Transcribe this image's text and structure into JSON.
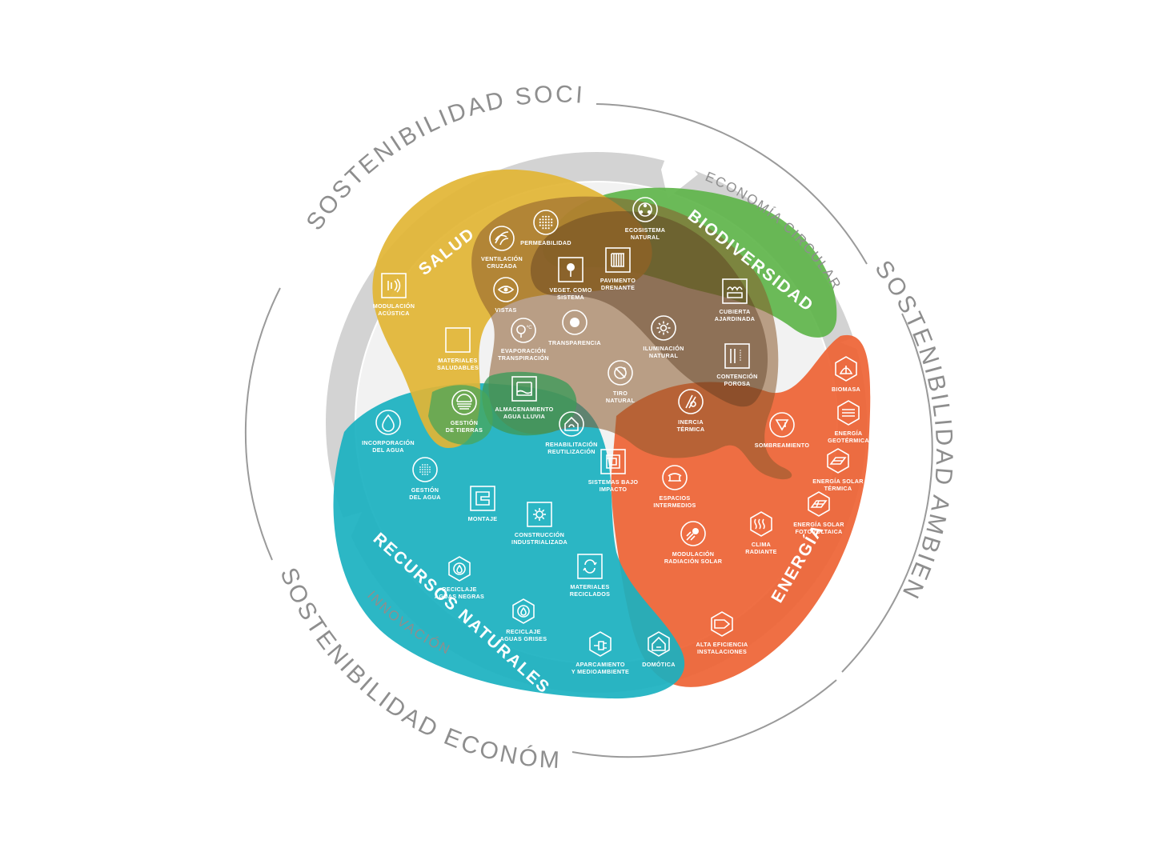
{
  "outer_labels": {
    "social": "SOSTENIBILIDAD SOCIAL",
    "ambiental": "SOSTENIBILIDAD AMBIENTAL",
    "economica": "SOSTENIBILIDAD ECONÓMICA"
  },
  "ring_labels": {
    "circular": "ECONOMÍA CIRCULAR",
    "innovacion": "INNOVACIÓN"
  },
  "categories": {
    "salud": "SALUD",
    "biodiversidad": "BIODIVERSIDAD",
    "energia": "ENERGÍA",
    "recursos": "RECURSOS NATURALES"
  },
  "colors": {
    "ring": "#d3d3d3",
    "outer_text": "#8e8e8e",
    "salud": "#e2b534",
    "biodiversidad": "#5cb447",
    "energia": "#ee6436",
    "recursos": "#1ab1c0",
    "overlap_brown": "#8b5a2b"
  },
  "items": [
    {
      "key": "modulacion_acustica",
      "icon": "sound-icon",
      "shape": "square",
      "lines": [
        "MODULACIÓN",
        "ACÚSTICA"
      ]
    },
    {
      "key": "ventilacion_cruzada",
      "icon": "wind-icon",
      "shape": "circle",
      "lines": [
        "VENTILACIÓN",
        "CRUZADA"
      ]
    },
    {
      "key": "permeabilidad",
      "icon": "dots-grid-icon",
      "shape": "circle",
      "lines": [
        "PERMEABILIDAD"
      ]
    },
    {
      "key": "ecosistema_natural",
      "icon": "ecosystem-icon",
      "shape": "circle",
      "lines": [
        "ECOSISTEMA",
        "NATURAL"
      ]
    },
    {
      "key": "veget_sistema",
      "icon": "tree-icon",
      "shape": "square",
      "lines": [
        "VEGET. COMO",
        "SISTEMA"
      ]
    },
    {
      "key": "pavimento_drenante",
      "icon": "paving-icon",
      "shape": "square",
      "lines": [
        "PAVIMENTO",
        "DRENANTE"
      ]
    },
    {
      "key": "vistas",
      "icon": "eye-icon",
      "shape": "circle",
      "lines": [
        "VISTAS"
      ]
    },
    {
      "key": "cubierta_ajardinada",
      "icon": "green-roof-icon",
      "shape": "square",
      "lines": [
        "CUBIERTA",
        "AJARDINADA"
      ]
    },
    {
      "key": "materiales_saludables",
      "icon": "square-icon",
      "shape": "square",
      "lines": [
        "MATERIALES",
        "SALUDABLES"
      ]
    },
    {
      "key": "evaporacion",
      "icon": "tree-temperature-icon",
      "shape": "circle",
      "lines": [
        "EVAPORACIÓN",
        "TRANSPIRACIÓN"
      ]
    },
    {
      "key": "transparencia",
      "icon": "transparency-icon",
      "shape": "circle",
      "lines": [
        "TRANSPARENCIA"
      ]
    },
    {
      "key": "iluminacion_natural",
      "icon": "sun-icon",
      "shape": "circle",
      "lines": [
        "ILUMINACIÓN",
        "NATURAL"
      ]
    },
    {
      "key": "contencion_porosa",
      "icon": "porous-wall-icon",
      "shape": "square",
      "lines": [
        "CONTENCIÓN",
        "POROSA"
      ]
    },
    {
      "key": "tiro_natural",
      "icon": "thermometer-arrows-icon",
      "shape": "circle",
      "lines": [
        "TIRO",
        "NATURAL"
      ]
    },
    {
      "key": "inercia_termica",
      "icon": "thermal-inertia-icon",
      "shape": "circle",
      "lines": [
        "INERCIA",
        "TÉRMICA"
      ]
    },
    {
      "key": "sombreamiento",
      "icon": "shade-icon",
      "shape": "circle",
      "lines": [
        "SOMBREAMIENTO"
      ]
    },
    {
      "key": "almacenamiento_agua",
      "icon": "water-tank-icon",
      "shape": "square",
      "lines": [
        "ALMACENAMIENTO",
        "AGUA LLUVIA"
      ]
    },
    {
      "key": "gestion_tierras",
      "icon": "soil-icon",
      "shape": "circle",
      "lines": [
        "GESTIÓN",
        "DE TIERRAS"
      ]
    },
    {
      "key": "rehabilitacion",
      "icon": "house-rehab-icon",
      "shape": "circle",
      "lines": [
        "REHABILITACIÓN",
        "REUTILIZACIÓN"
      ]
    },
    {
      "key": "incorporacion_agua",
      "icon": "water-drop-icon",
      "shape": "circle",
      "lines": [
        "INCORPORACIÓN",
        "DEL AGUA"
      ]
    },
    {
      "key": "sistemas_bajo_impacto",
      "icon": "low-impact-icon",
      "shape": "square",
      "lines": [
        "SISTEMAS BAJO",
        "IMPACTO"
      ]
    },
    {
      "key": "gestion_agua",
      "icon": "rain-icon",
      "shape": "circle",
      "lines": [
        "GESTIÓN",
        "DEL AGUA"
      ]
    },
    {
      "key": "montaje",
      "icon": "assembly-icon",
      "shape": "square",
      "lines": [
        "MONTAJE"
      ]
    },
    {
      "key": "construccion_industrializada",
      "icon": "gear-icon",
      "shape": "square",
      "lines": [
        "CONSTRUCCIÓN",
        "INDUSTRIALIZADA"
      ]
    },
    {
      "key": "espacios_intermedios",
      "icon": "intermediate-space-icon",
      "shape": "circle",
      "lines": [
        "ESPACIOS",
        "INTERMEDIOS"
      ]
    },
    {
      "key": "modulacion_radiacion",
      "icon": "sun-radiation-icon",
      "shape": "circle",
      "lines": [
        "MODULACIÓN",
        "RADIACIÓN SOLAR"
      ]
    },
    {
      "key": "clima_radiante",
      "icon": "radiant-icon",
      "shape": "hexagon",
      "lines": [
        "CLIMA",
        "RADIANTE"
      ]
    },
    {
      "key": "materiales_reciclados",
      "icon": "recycle-icon",
      "shape": "square",
      "lines": [
        "MATERIALES",
        "RECICLADOS"
      ]
    },
    {
      "key": "reciclaje_negras",
      "icon": "recycle-water-icon",
      "shape": "hexagon",
      "lines": [
        "RECICLAJE",
        "AGUAS NEGRAS"
      ]
    },
    {
      "key": "reciclaje_grises",
      "icon": "recycle-grey-water-icon",
      "shape": "hexagon",
      "lines": [
        "RECICLAJE",
        "AGUAS GRISES"
      ]
    },
    {
      "key": "aparcamiento",
      "icon": "ev-plug-icon",
      "shape": "hexagon",
      "lines": [
        "APARCAMIENTO",
        "Y MEDIOAMBIENTE"
      ]
    },
    {
      "key": "domotica",
      "icon": "smart-home-icon",
      "shape": "hexagon",
      "lines": [
        "DOMÓTICA"
      ]
    },
    {
      "key": "alta_eficiencia",
      "icon": "efficiency-label-icon",
      "shape": "hexagon",
      "lines": [
        "ALTA EFICIENCIA",
        "INSTALACIONES"
      ]
    },
    {
      "key": "biomasa",
      "icon": "biomass-icon",
      "shape": "hexagon",
      "lines": [
        "BIOMASA"
      ]
    },
    {
      "key": "geotermica",
      "icon": "geothermal-icon",
      "shape": "hexagon",
      "lines": [
        "ENERGÍA",
        "GEOTÉRMICA"
      ]
    },
    {
      "key": "solar_termica",
      "icon": "solar-thermal-icon",
      "shape": "hexagon",
      "lines": [
        "ENERGÍA SOLAR",
        "TÉRMICA"
      ]
    },
    {
      "key": "solar_fotovoltaica",
      "icon": "solar-pv-icon",
      "shape": "hexagon",
      "lines": [
        "ENERGÍA SOLAR",
        "FOTOVOLTAICA"
      ]
    }
  ]
}
